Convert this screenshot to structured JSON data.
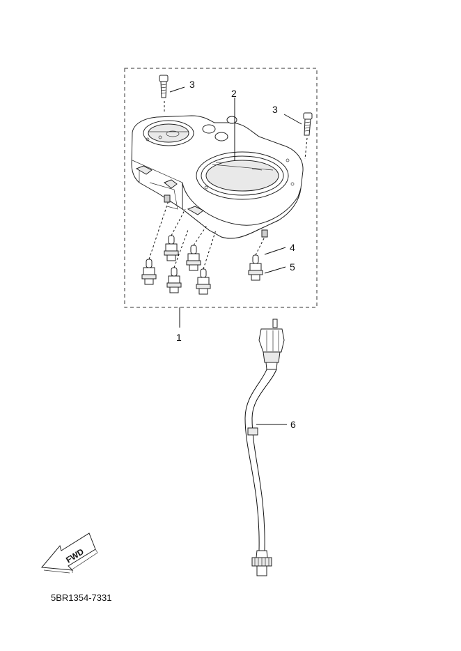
{
  "callouts": {
    "c1": "1",
    "c2": "2",
    "c3a": "3",
    "c3b": "3",
    "c4": "4",
    "c5": "5",
    "c6": "6"
  },
  "fwd_label": "FWD",
  "part_code": "5BR1354-7331",
  "icons": [
    "fwd-arrow-icon"
  ],
  "colors": {
    "line": "#111111",
    "fill": "#ffffff",
    "shade": "#e9e9e9"
  }
}
